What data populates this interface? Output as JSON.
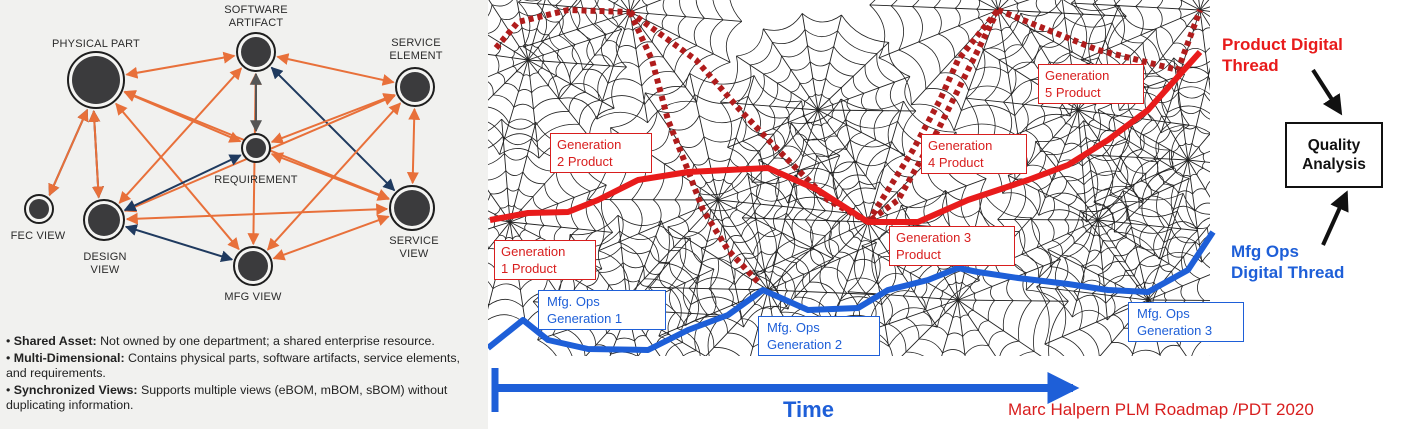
{
  "left_diagram": {
    "nodes": {
      "physical_part": "PHYSICAL PART",
      "software_artifact": "SOFTWARE\nARTIFACT",
      "service_element": "SERVICE\nELEMENT",
      "requirement": "REQUIREMENT",
      "fec_view": "FEC VIEW",
      "design_view": "DESIGN\nVIEW",
      "service_view": "SERVICE\nVIEW",
      "mfg_view": "MFG VIEW"
    },
    "edge_colors": {
      "orange": "#e8703a",
      "navy": "#1f3a5f",
      "gray": "#555555"
    },
    "bullets": [
      {
        "term": "Shared Asset:",
        "text": " Not owned by one department; a shared enterprise resource."
      },
      {
        "term": "Multi-Dimensional:",
        "text": " Contains physical parts, software artifacts, service elements, and requirements."
      },
      {
        "term": "Synchronized Views:",
        "text": " Supports multiple views (eBOM, mBOM, sBOM) without duplicating information."
      }
    ]
  },
  "right_diagram": {
    "product_generations": [
      "Generation\n1 Product",
      "Generation\n2 Product",
      "Generation 3\nProduct",
      "Generation\n4 Product",
      "Generation\n5 Product"
    ],
    "ops_generations": [
      "Mfg. Ops\nGeneration 1",
      "Mfg. Ops\nGeneration 2",
      "Mfg. Ops\nGeneration 3"
    ],
    "product_thread_label": "Product Digital\nThread",
    "ops_thread_label": "Mfg Ops\nDigital Thread",
    "quality_analysis": "Quality\nAnalysis",
    "time_label": "Time",
    "credit": "Marc Halpern PLM Roadmap /PDT 2020",
    "colors": {
      "product": "#e81b1b",
      "ops": "#1e5fd8",
      "dotted": "#b01c1c"
    }
  }
}
